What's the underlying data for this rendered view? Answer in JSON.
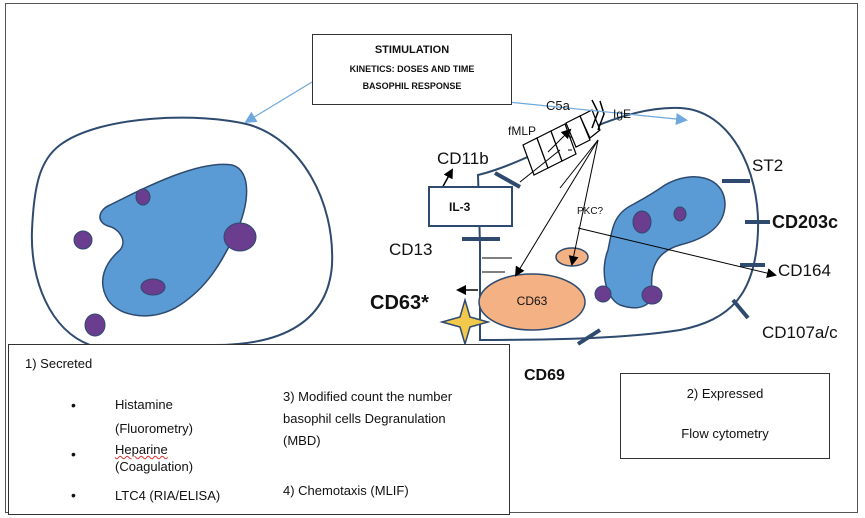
{
  "stimulation": {
    "title": "STIMULATION",
    "line1": "KINETICS: DOSES  AND TIME",
    "line2": "BASOPHIL RESPONSE"
  },
  "receptors": {
    "c5a": "C5a",
    "ige": "IgE",
    "fmlp": "fMLP",
    "pkc": "PKC?"
  },
  "markers": {
    "cd11b": "CD11b",
    "il3": "IL-3",
    "cd13": "CD13",
    "cd63_star": "CD63*",
    "cd63_vesicle": "CD63",
    "cd69": "CD69",
    "st2": "ST2",
    "cd203c": "CD203c",
    "cd164": "CD164",
    "cd107": "CD107a/c"
  },
  "secreted": {
    "heading": "1) Secreted",
    "items": [
      {
        "name": "Histamine",
        "method": "(Fluorometry)"
      },
      {
        "name": "Heparine",
        "method": "(Coagulation)"
      },
      {
        "name": "LTC4 (RIA/ELISA)",
        "method": ""
      }
    ],
    "mbd_line1": "3) Modified count the number",
    "mbd_line2": "basophil cells Degranulation",
    "mbd_line3": "(MBD)",
    "chemotaxis": "4) Chemotaxis (MLIF)"
  },
  "expressed": {
    "heading": "2) Expressed",
    "method": "Flow cytometry"
  },
  "colors": {
    "cell_outline": "#2e4a6e",
    "nucleus": "#5b9bd5",
    "granule": "#6a3d8f",
    "vesicle": "#f4b183",
    "star": "#f2c94c",
    "arrow_blue": "#6fa8dc"
  }
}
